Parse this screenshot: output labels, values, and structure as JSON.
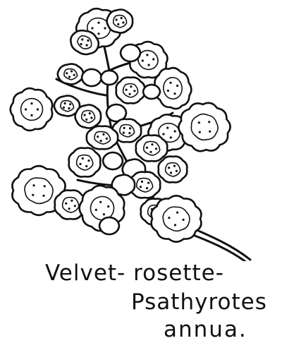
{
  "caption": {
    "line1": "Velvet- rosette-",
    "line2": "Psathyrotes",
    "line3": "annua."
  },
  "colors": {
    "ink": "#111111",
    "paper": "#ffffff"
  },
  "illustration": {
    "subject_icon": "plant-sketch-icon"
  }
}
